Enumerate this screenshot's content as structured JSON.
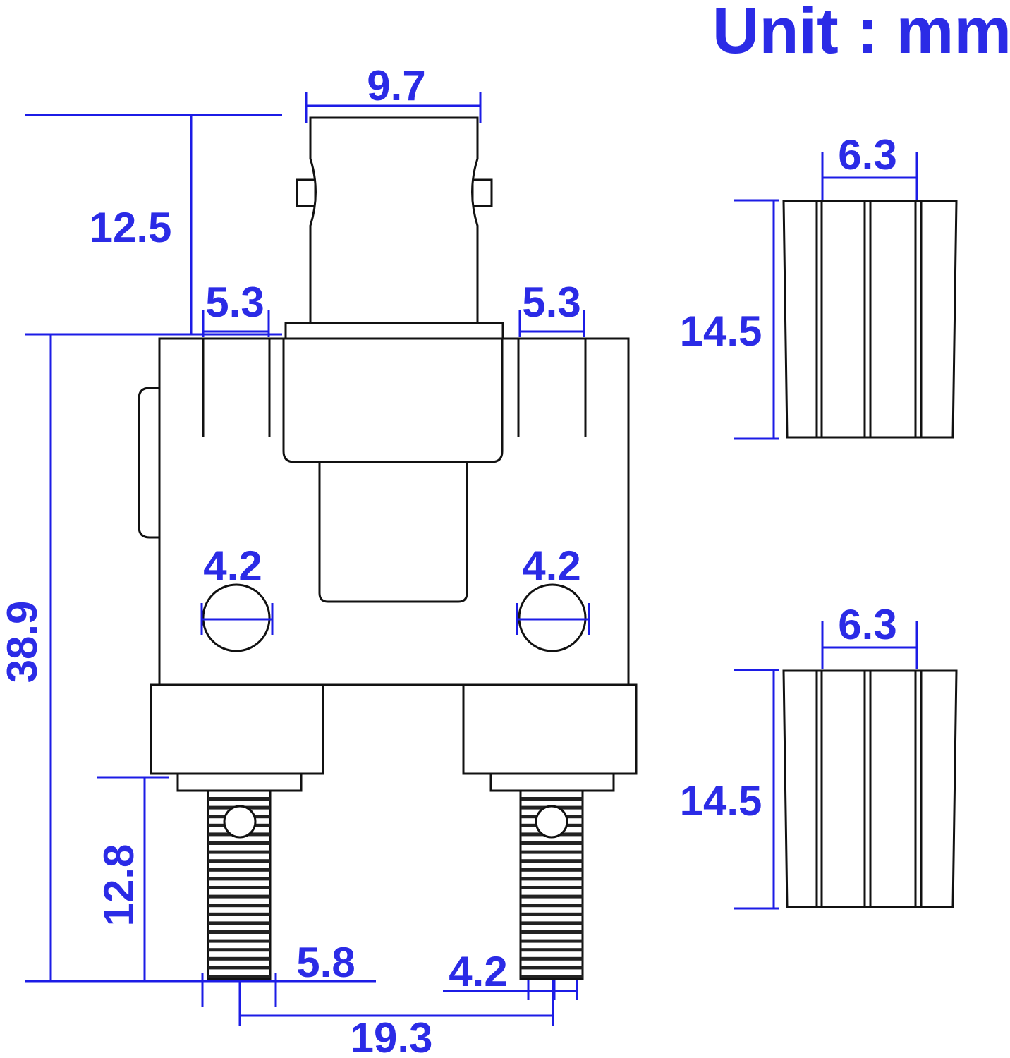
{
  "unit_label": "Unit : mm",
  "colors": {
    "dimension": "#1c1ce6",
    "outline": "#111111"
  },
  "dimensions": {
    "top_width": "9.7",
    "top_height": "12.5",
    "left_slot": "5.3",
    "right_slot": "5.3",
    "left_hole": "4.2",
    "right_hole": "4.2",
    "total_height": "38.9",
    "post_length": "12.8",
    "post_diameter": "5.8",
    "post_thread": "4.2",
    "post_spacing": "19.3"
  },
  "knobs": [
    {
      "width": "6.3",
      "height": "14.5"
    },
    {
      "width": "6.3",
      "height": "14.5"
    }
  ]
}
